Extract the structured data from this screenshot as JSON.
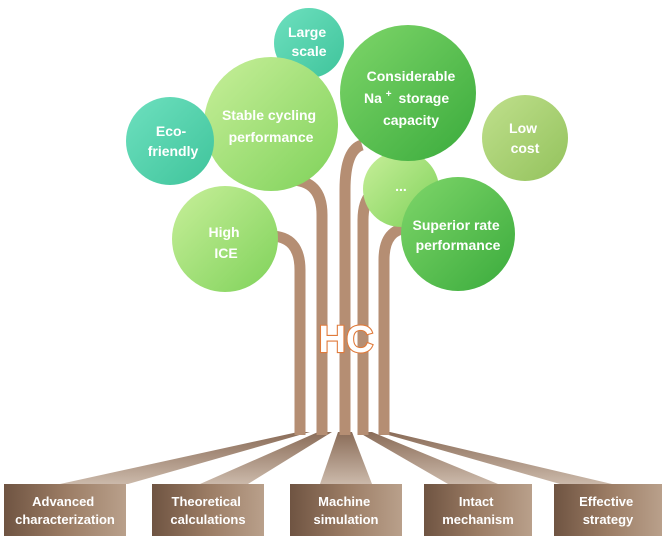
{
  "trunk": {
    "label": "HC"
  },
  "bubbles": [
    {
      "id": "large-scale",
      "lines": [
        "Large",
        "scale"
      ]
    },
    {
      "id": "considerable-capacity",
      "lines": [
        "Considerable",
        "Na",
        "storage",
        "capacity"
      ],
      "superscript": "+"
    },
    {
      "id": "stable-cycling",
      "lines": [
        "Stable cycling",
        "performance"
      ]
    },
    {
      "id": "eco-friendly",
      "lines": [
        "Eco-",
        "friendly"
      ]
    },
    {
      "id": "low-cost",
      "lines": [
        "Low",
        "cost"
      ]
    },
    {
      "id": "ellipsis",
      "lines": [
        "..."
      ]
    },
    {
      "id": "high-ice",
      "lines": [
        "High",
        "ICE"
      ]
    },
    {
      "id": "superior-rate",
      "lines": [
        "Superior rate",
        "performance"
      ]
    }
  ],
  "roots": [
    {
      "id": "advanced-characterization",
      "lines": [
        "Advanced",
        "characterization"
      ]
    },
    {
      "id": "theoretical-calculations",
      "lines": [
        "Theoretical",
        "calculations"
      ]
    },
    {
      "id": "machine-simulation",
      "lines": [
        "Machine",
        "simulation"
      ]
    },
    {
      "id": "intact-mechanism",
      "lines": [
        "Intact",
        "mechanism"
      ]
    },
    {
      "id": "effective-strategy",
      "lines": [
        "Effective",
        "strategy"
      ]
    }
  ],
  "colors": {
    "branch": "#b58e73",
    "root_box": "#8a6b55",
    "root_fan": "#a48672"
  }
}
